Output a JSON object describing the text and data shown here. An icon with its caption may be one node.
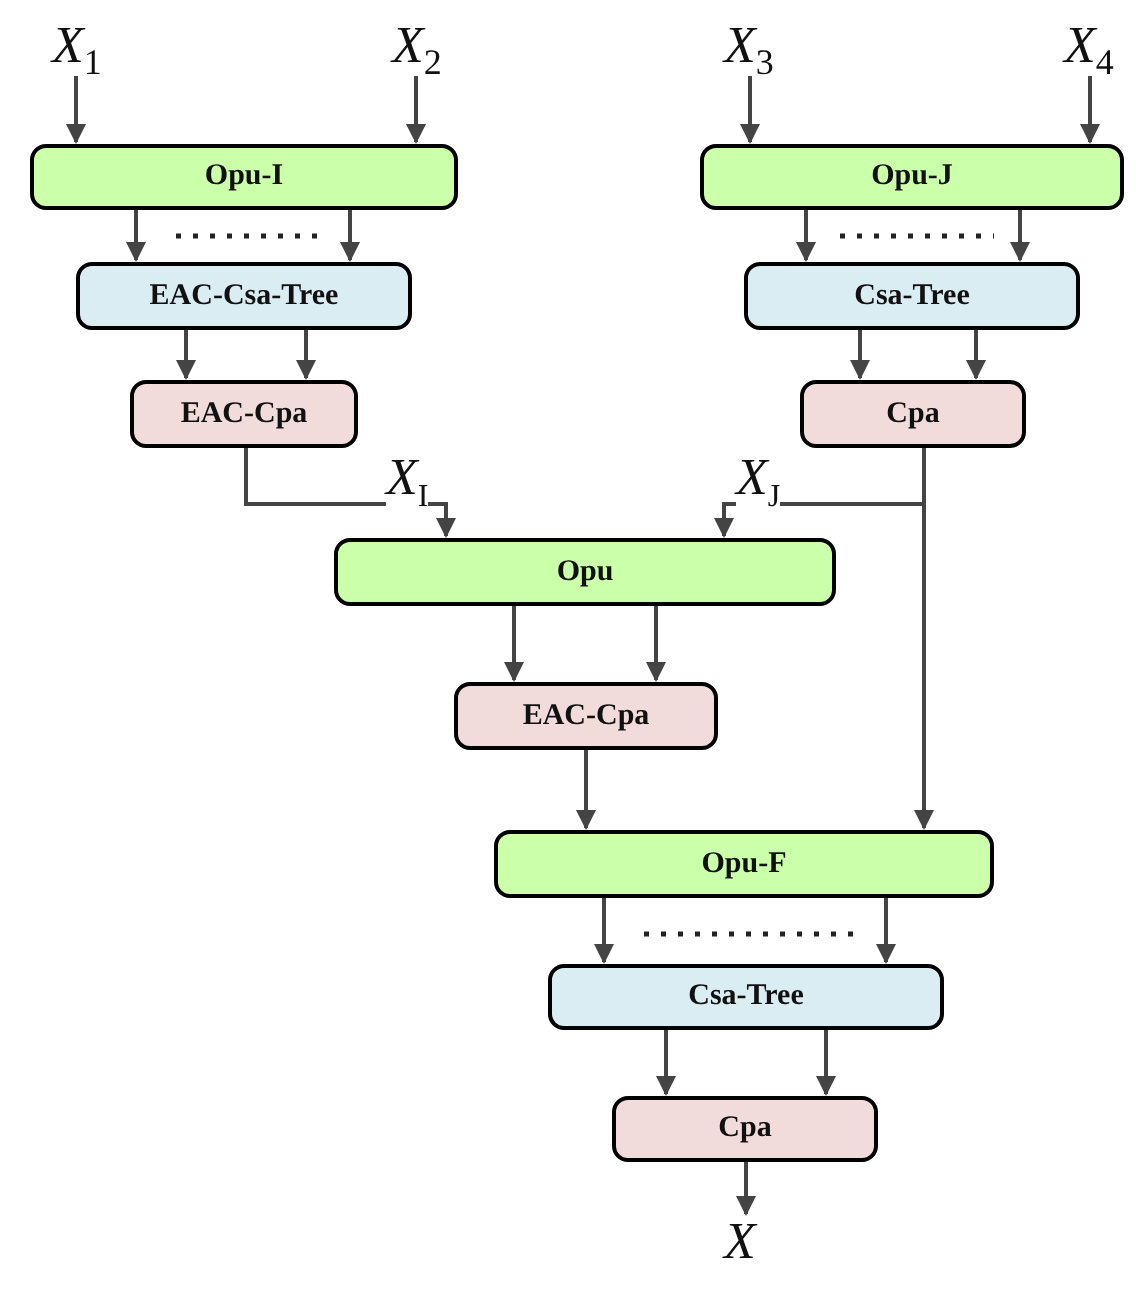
{
  "diagram": {
    "nodes": [
      {
        "text": [
          "*X*$_{1}$"
        ]
      },
      {
        "text": [
          "*X*$_{2}$"
        ]
      },
      {
        "text": [
          "*X*$_{3}$"
        ]
      },
      {
        "text": [
          "*X*$_{4}$"
        ]
      },
      {
        "text": [
          "Opu-I"
        ]
      },
      {
        "text": [
          "EAC-Csa-Tree"
        ]
      },
      {
        "text": [
          "EAC-Cpa"
        ]
      },
      {
        "text": [
          "Opu-J"
        ]
      },
      {
        "text": [
          "Csa-Tree"
        ]
      },
      {
        "text": [
          "Cpa"
        ]
      },
      {
        "text": [
          "Opu"
        ]
      },
      {
        "text": [
          "EAC-Cpa"
        ]
      },
      {
        "text": [
          "Opu-F"
        ]
      },
      {
        "text": [
          "Csa-Tree"
        ]
      },
      {
        "text": [
          "Cpa"
        ]
      },
      {
        "text": [
          "*X*"
        ]
      }
    ],
    "edges": [
      {
        "from": 0,
        "to": 4,
        "arrow": "to"
      },
      {
        "from": 1,
        "to": 4,
        "arrow": "to"
      },
      {
        "from": 2,
        "to": 7,
        "arrow": "to"
      },
      {
        "from": 3,
        "to": 7,
        "arrow": "to"
      },
      {
        "from": 4,
        "to": 5,
        "arrow": "to"
      },
      {
        "from": 4,
        "to": 5,
        "arrow": "to"
      },
      {
        "from": 5,
        "to": 6,
        "arrow": "to"
      },
      {
        "from": 5,
        "to": 6,
        "arrow": "to"
      },
      {
        "from": 7,
        "to": 8,
        "arrow": "to"
      },
      {
        "from": 7,
        "to": 8,
        "arrow": "to"
      },
      {
        "from": 8,
        "to": 9,
        "arrow": "to"
      },
      {
        "from": 8,
        "to": 9,
        "arrow": "to"
      },
      {
        "from": 6,
        "to": 10,
        "arrow": "to",
        "label": "*X*$_{I}$"
      },
      {
        "from": 9,
        "to": 10,
        "arrow": "to",
        "label": "*X*$_{J}$"
      },
      {
        "from": 9,
        "to": 12,
        "arrow": "to"
      },
      {
        "from": 10,
        "to": 11,
        "arrow": "to"
      },
      {
        "from": 10,
        "to": 11,
        "arrow": "to"
      },
      {
        "from": 11,
        "to": 12,
        "arrow": "to"
      },
      {
        "from": 12,
        "to": 13,
        "arrow": "to"
      },
      {
        "from": 12,
        "to": 13,
        "arrow": "to"
      },
      {
        "from": 13,
        "to": 14,
        "arrow": "to"
      },
      {
        "from": 13,
        "to": 14,
        "arrow": "to"
      },
      {
        "from": 14,
        "to": 15,
        "arrow": "to"
      }
    ]
  }
}
